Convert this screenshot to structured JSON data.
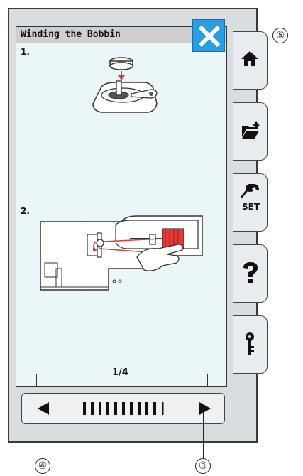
{
  "panel": {
    "title": "Winding the Bobbin",
    "steps": [
      {
        "label": "1."
      },
      {
        "label": "2."
      }
    ],
    "page_indicator": "1/4"
  },
  "side_tabs": [
    {
      "icon": "home-icon"
    },
    {
      "icon": "folder-open-icon"
    },
    {
      "icon": "wrench-set-icon",
      "label": "SET"
    },
    {
      "icon": "question-mark-icon"
    },
    {
      "icon": "key-icon"
    }
  ],
  "callouts": {
    "close": "⑤",
    "prev": "④",
    "next": "③"
  },
  "colors": {
    "close_button": "#2a9ee3",
    "panel_background": "#eaf6f7",
    "thread_red": "#e23a3a"
  }
}
